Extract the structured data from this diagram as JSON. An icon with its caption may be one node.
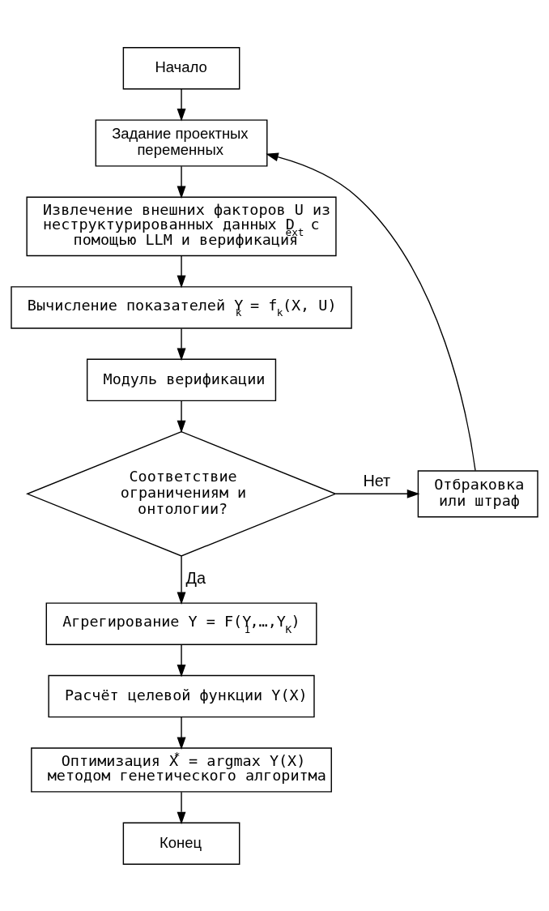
{
  "diagram": {
    "nodes": [
      {
        "text": [
          "Начало"
        ]
      },
      {
        "text": [
          "Задание проектных переменных"
        ]
      },
      {
        "text": [
          "Извлечение внешних факторов U из неструктурированных данных D$_{ext}$ с помощью LLM и верификация"
        ]
      },
      {
        "text": [
          "Вычисление показателей Y$_{k}$ = f$_{k}$(X, U)"
        ]
      },
      {
        "text": [
          "Модуль верификации"
        ]
      },
      {
        "text": [
          "Соответствие ограничениям и онтологии?"
        ]
      },
      {
        "text": [
          "Отбраковка или штраф"
        ]
      },
      {
        "text": [
          "Агрегирование Y = F(Y$_{1}$,…,Y$_{K}$)"
        ]
      },
      {
        "text": [
          "Расчёт целевой функции Y(X)"
        ]
      },
      {
        "text": [
          "Оптимизация X$^{*}$ = argmax Y(X) методом генетического алгоритма"
        ]
      },
      {
        "text": [
          "Конец"
        ]
      }
    ],
    "edges": [
      {
        "from": 0,
        "to": 1,
        "arrow": "to"
      },
      {
        "from": 1,
        "to": 2,
        "arrow": "to"
      },
      {
        "from": 2,
        "to": 3,
        "arrow": "to"
      },
      {
        "from": 3,
        "to": 4,
        "arrow": "to"
      },
      {
        "from": 4,
        "to": 5,
        "arrow": "to"
      },
      {
        "from": 5,
        "to": 6,
        "arrow": "to",
        "label": "Нет"
      },
      {
        "from": 6,
        "to": 1,
        "arrow": "to"
      },
      {
        "from": 5,
        "to": 7,
        "arrow": "to",
        "label": "Да"
      },
      {
        "from": 7,
        "to": 8,
        "arrow": "to"
      },
      {
        "from": 8,
        "to": 9,
        "arrow": "to"
      },
      {
        "from": 9,
        "to": 10,
        "arrow": "to"
      }
    ]
  }
}
